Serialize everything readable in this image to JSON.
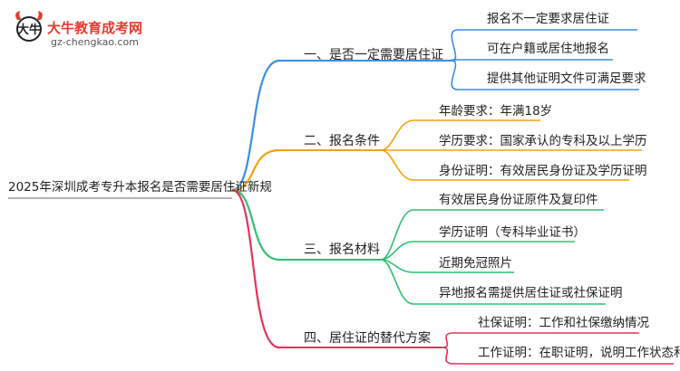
{
  "logo": {
    "brand": "大牛教育成考网",
    "url": "gz-chengkao.com",
    "icon": "bull-head-logo-icon"
  },
  "root": {
    "label": "2025年深圳成考专升本报名是否需要居住证新规"
  },
  "branches": [
    {
      "label": "一、是否一定需要居住证",
      "color": "#3a8ee6",
      "leaves": [
        "报名不一定要求居住证",
        "可在户籍或居住地报名",
        "提供其他证明文件可满足要求"
      ]
    },
    {
      "label": "二、报名条件",
      "color": "#f2a20c",
      "leaves": [
        "年龄要求：年满18岁",
        "学历要求：国家承认的专科及以上学历",
        "身份证明：有效居民身份证及学历证明"
      ]
    },
    {
      "label": "三、报名材料",
      "color": "#2fbf71",
      "leaves": [
        "有效居民身份证原件及复印件",
        "学历证明（专科毕业证书）",
        "近期免冠照片",
        "异地报名需提供居住证或社保证明"
      ]
    },
    {
      "label": "四、居住证的替代方案",
      "color": "#e8315a",
      "leaves": [
        "社保证明：工作和社保缴纳情况",
        "工作证明：在职证明，说明工作状态和职位"
      ]
    }
  ]
}
